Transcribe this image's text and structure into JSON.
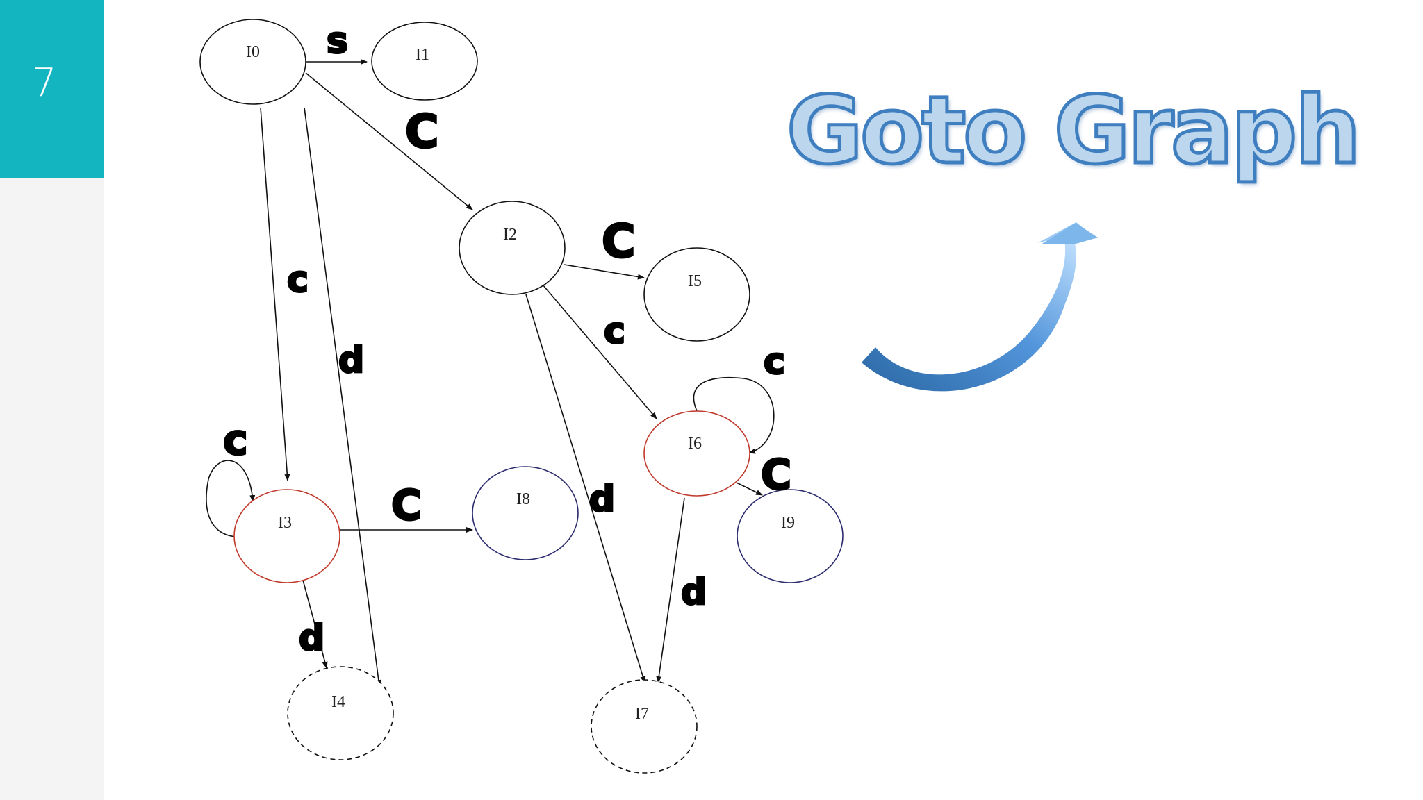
{
  "slide": {
    "number": "7",
    "title": "Goto Graph",
    "colors": {
      "accent": "#13b5c0",
      "title_fill": "#bcd6ee",
      "title_outline": "#3f7fc0",
      "arrow": "#4a90d9"
    }
  },
  "diagram": {
    "nodes": {
      "I0": "I0",
      "I1": "I1",
      "I2": "I2",
      "I3": "I3",
      "I4": "I4",
      "I5": "I5",
      "I6": "I6",
      "I7": "I7",
      "I8": "I8",
      "I9": "I9"
    },
    "edges": [
      {
        "from": "I0",
        "to": "I1",
        "label": "s"
      },
      {
        "from": "I0",
        "to": "I2",
        "label": "C"
      },
      {
        "from": "I0",
        "to": "I3",
        "label": "c"
      },
      {
        "from": "I0",
        "to": "I4",
        "label": "d"
      },
      {
        "from": "I2",
        "to": "I5",
        "label": "C"
      },
      {
        "from": "I2",
        "to": "I6",
        "label": "c"
      },
      {
        "from": "I2",
        "to": "I7",
        "label": "d"
      },
      {
        "from": "I6",
        "to": "I6",
        "label": "c"
      },
      {
        "from": "I6",
        "to": "I9",
        "label": "C"
      },
      {
        "from": "I6",
        "to": "I7",
        "label": "d"
      },
      {
        "from": "I3",
        "to": "I3",
        "label": "c"
      },
      {
        "from": "I3",
        "to": "I8",
        "label": "C"
      },
      {
        "from": "I3",
        "to": "I4",
        "label": "d"
      }
    ]
  }
}
